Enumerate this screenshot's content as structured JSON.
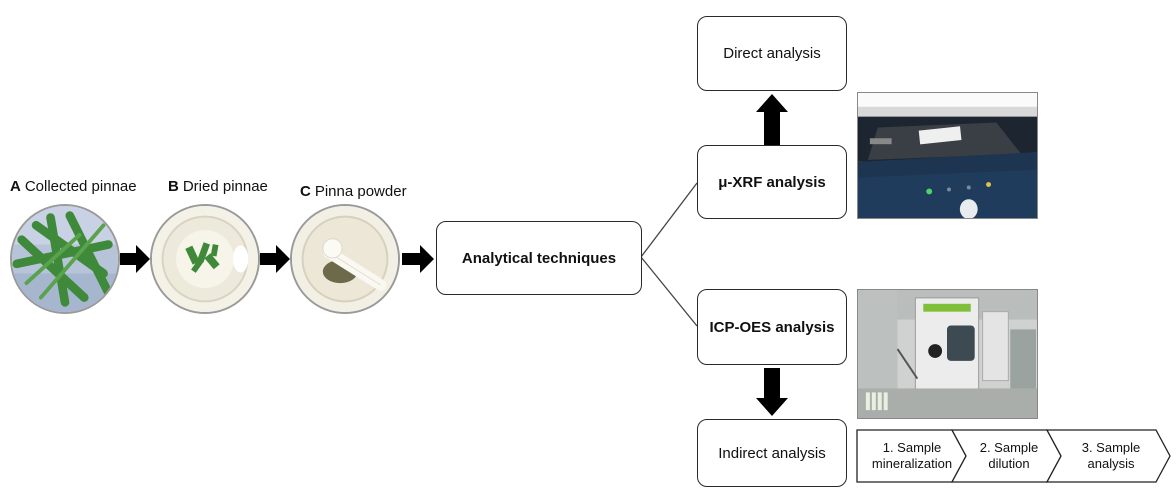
{
  "samples": [
    {
      "letter": "A",
      "label": "Collected pinnae"
    },
    {
      "letter": "B",
      "label": "Dried pinnae"
    },
    {
      "letter": "C",
      "label": "Pinna powder"
    }
  ],
  "techniques": {
    "label": "Analytical techniques"
  },
  "branches": {
    "xrf": {
      "label": "μ-XRF analysis",
      "result": "Direct analysis"
    },
    "icp": {
      "label": "ICP-OES analysis",
      "result": "Indirect analysis"
    }
  },
  "steps": [
    {
      "line1": "1. Sample",
      "line2": "mineralization"
    },
    {
      "line1": "2. Sample",
      "line2": "dilution"
    },
    {
      "line1": "3. Sample",
      "line2": "analysis"
    }
  ],
  "colors": {
    "leaf": "#3f8a3a",
    "frame": "#9a9a9a",
    "line": "#2a2a2a"
  }
}
